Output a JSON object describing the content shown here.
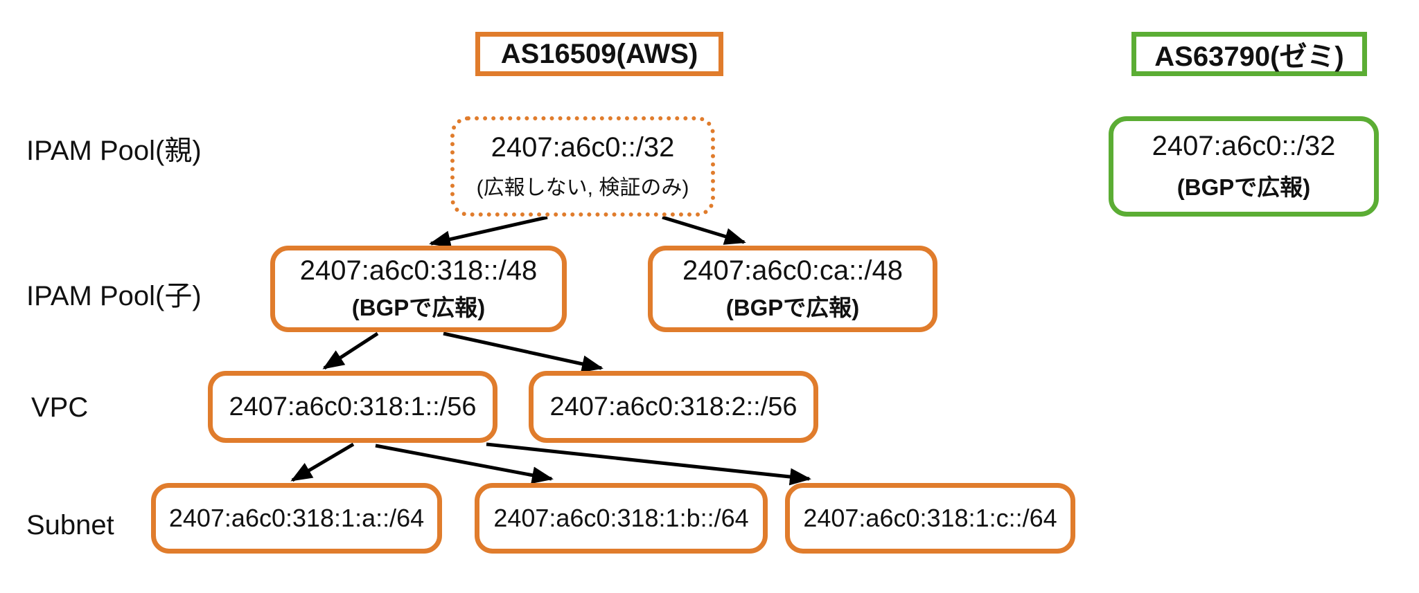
{
  "colors": {
    "orange": "#e07c2c",
    "green": "#5bad34",
    "text": "#111111",
    "arrow": "#000000"
  },
  "headers": {
    "aws": {
      "label": "AS16509(AWS)"
    },
    "zemi": {
      "label": "AS63790(ゼミ)"
    }
  },
  "row_labels": {
    "ipam_parent": "IPAM Pool(親)",
    "ipam_child": "IPAM Pool(子)",
    "vpc": "VPC",
    "subnet": "Subnet"
  },
  "nodes": {
    "parent_pool": {
      "line1": "2407:a6c0::/32",
      "line2": "(広報しない, 検証のみ)"
    },
    "zemi_pool": {
      "line1": "2407:a6c0::/32",
      "line2": "(BGPで広報)"
    },
    "child_318": {
      "line1": "2407:a6c0:318::/48",
      "line2": "(BGPで広報)"
    },
    "child_ca": {
      "line1": "2407:a6c0:ca::/48",
      "line2": "(BGPで広報)"
    },
    "vpc_1": {
      "line1": "2407:a6c0:318:1::/56"
    },
    "vpc_2": {
      "line1": "2407:a6c0:318:2::/56"
    },
    "subnet_a": {
      "line1": "2407:a6c0:318:1:a::/64"
    },
    "subnet_b": {
      "line1": "2407:a6c0:318:1:b::/64"
    },
    "subnet_c": {
      "line1": "2407:a6c0:318:1:c::/64"
    }
  },
  "edges": [
    {
      "from": "parent_pool",
      "to": "child_318"
    },
    {
      "from": "parent_pool",
      "to": "child_ca"
    },
    {
      "from": "child_318",
      "to": "vpc_1"
    },
    {
      "from": "child_318",
      "to": "vpc_2"
    },
    {
      "from": "vpc_1",
      "to": "subnet_a"
    },
    {
      "from": "vpc_1",
      "to": "subnet_b"
    },
    {
      "from": "vpc_1",
      "to": "subnet_c"
    }
  ]
}
